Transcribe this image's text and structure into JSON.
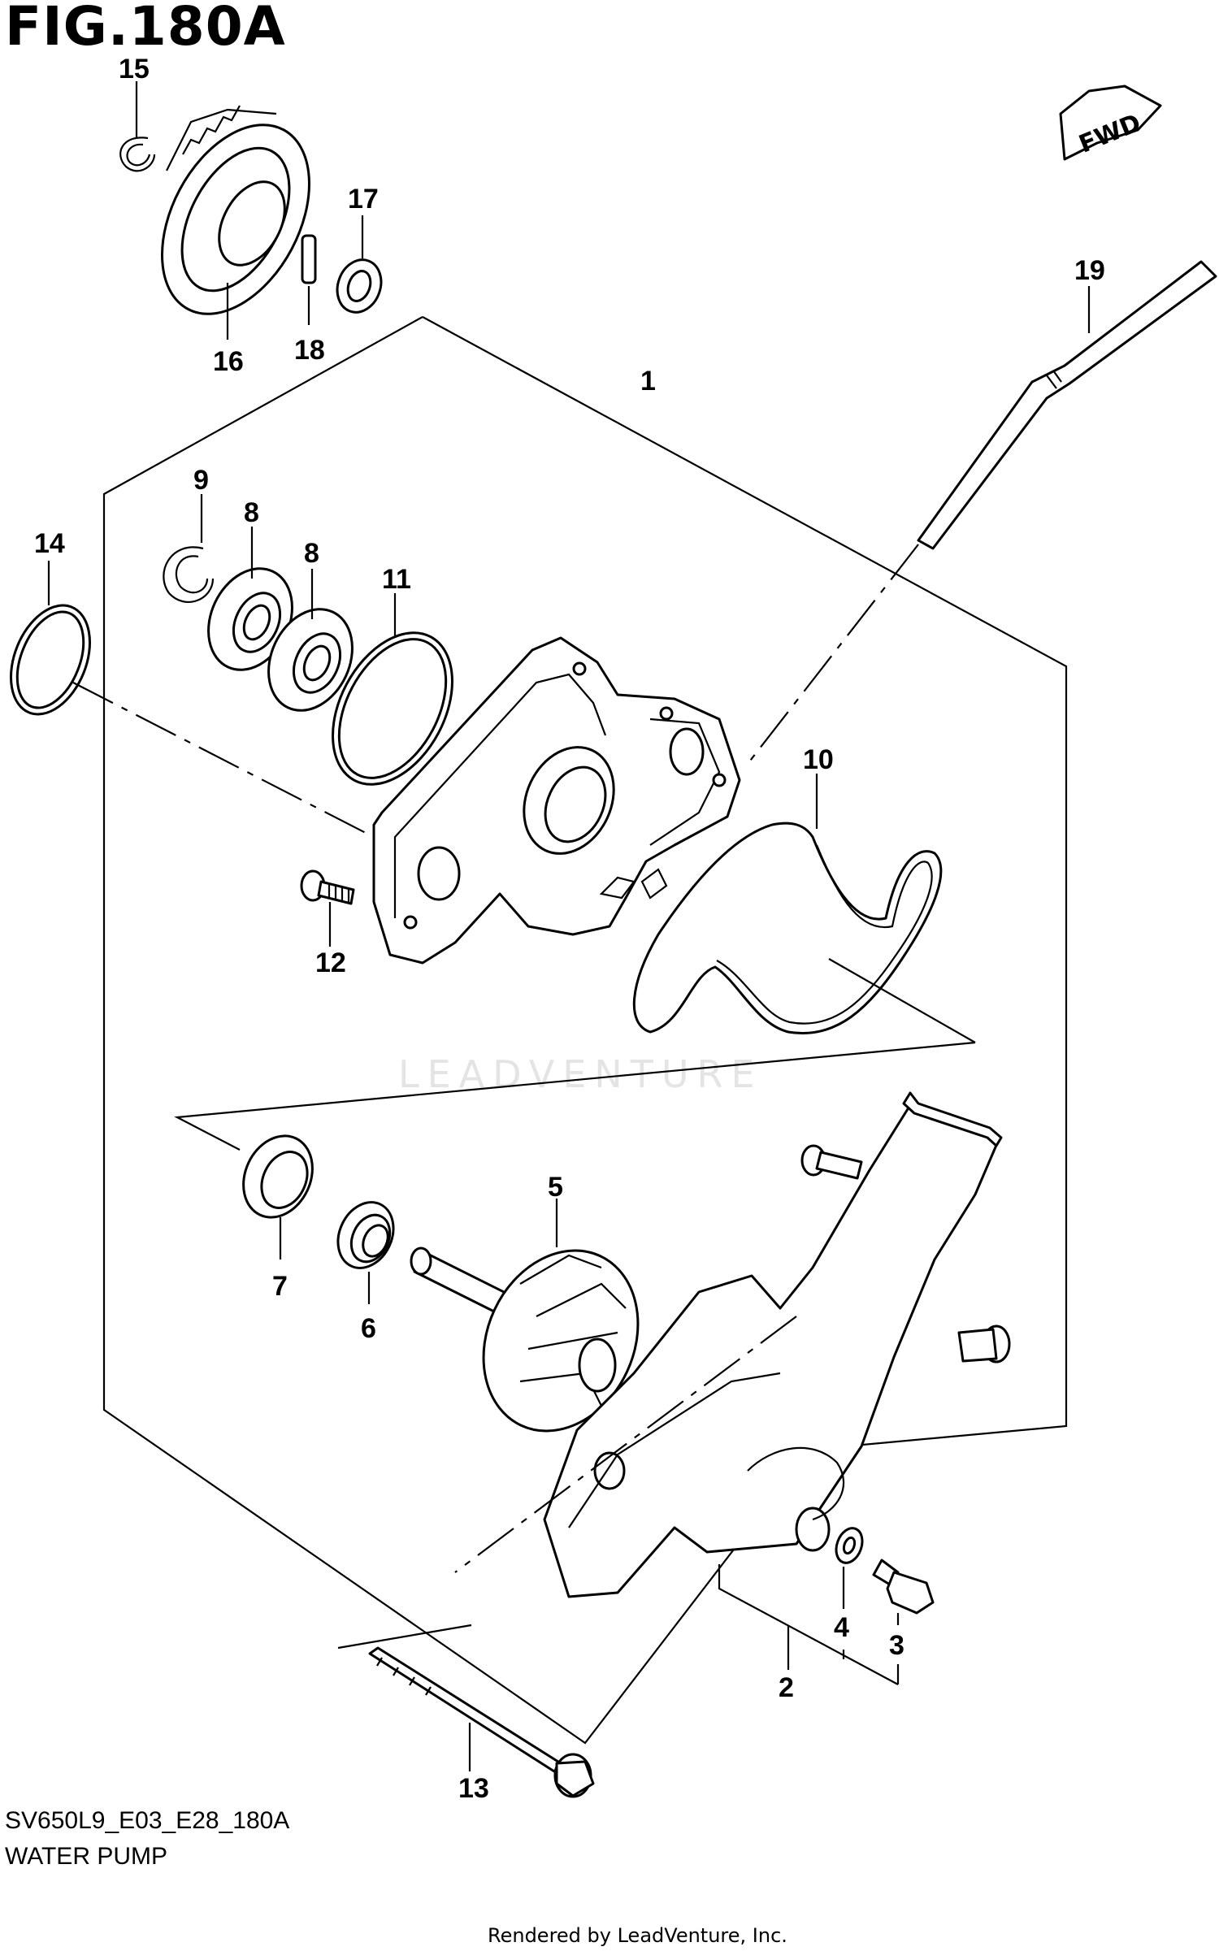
{
  "figure": {
    "title": "FIG.180A",
    "code": "SV650L9_E03_E28_180A",
    "caption": "WATER PUMP",
    "credit": "Rendered by LeadVenture, Inc.",
    "watermark": "LEADVENTURE",
    "fwd": "FWD"
  },
  "callouts": [
    "1",
    "2",
    "3",
    "4",
    "5",
    "6",
    "7",
    "8",
    "8",
    "9",
    "10",
    "11",
    "12",
    "13",
    "14",
    "15",
    "16",
    "17",
    "18",
    "19"
  ]
}
